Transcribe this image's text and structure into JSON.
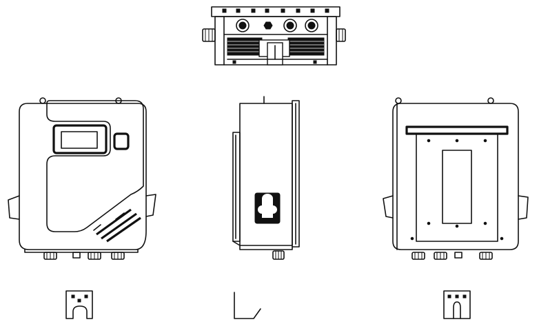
{
  "figure": {
    "views": [
      {
        "id": "top-view",
        "caption": ""
      },
      {
        "id": "front-view",
        "caption": ""
      },
      {
        "id": "side-view",
        "caption": ""
      },
      {
        "id": "back-view",
        "caption": ""
      }
    ],
    "accessories": [
      {
        "id": "mounting-bracket-left",
        "caption": ""
      },
      {
        "id": "mounting-bracket-profile",
        "caption": ""
      },
      {
        "id": "mounting-bracket-right",
        "caption": ""
      }
    ],
    "colors": {
      "line": "#111111",
      "background": "#ffffff"
    }
  }
}
